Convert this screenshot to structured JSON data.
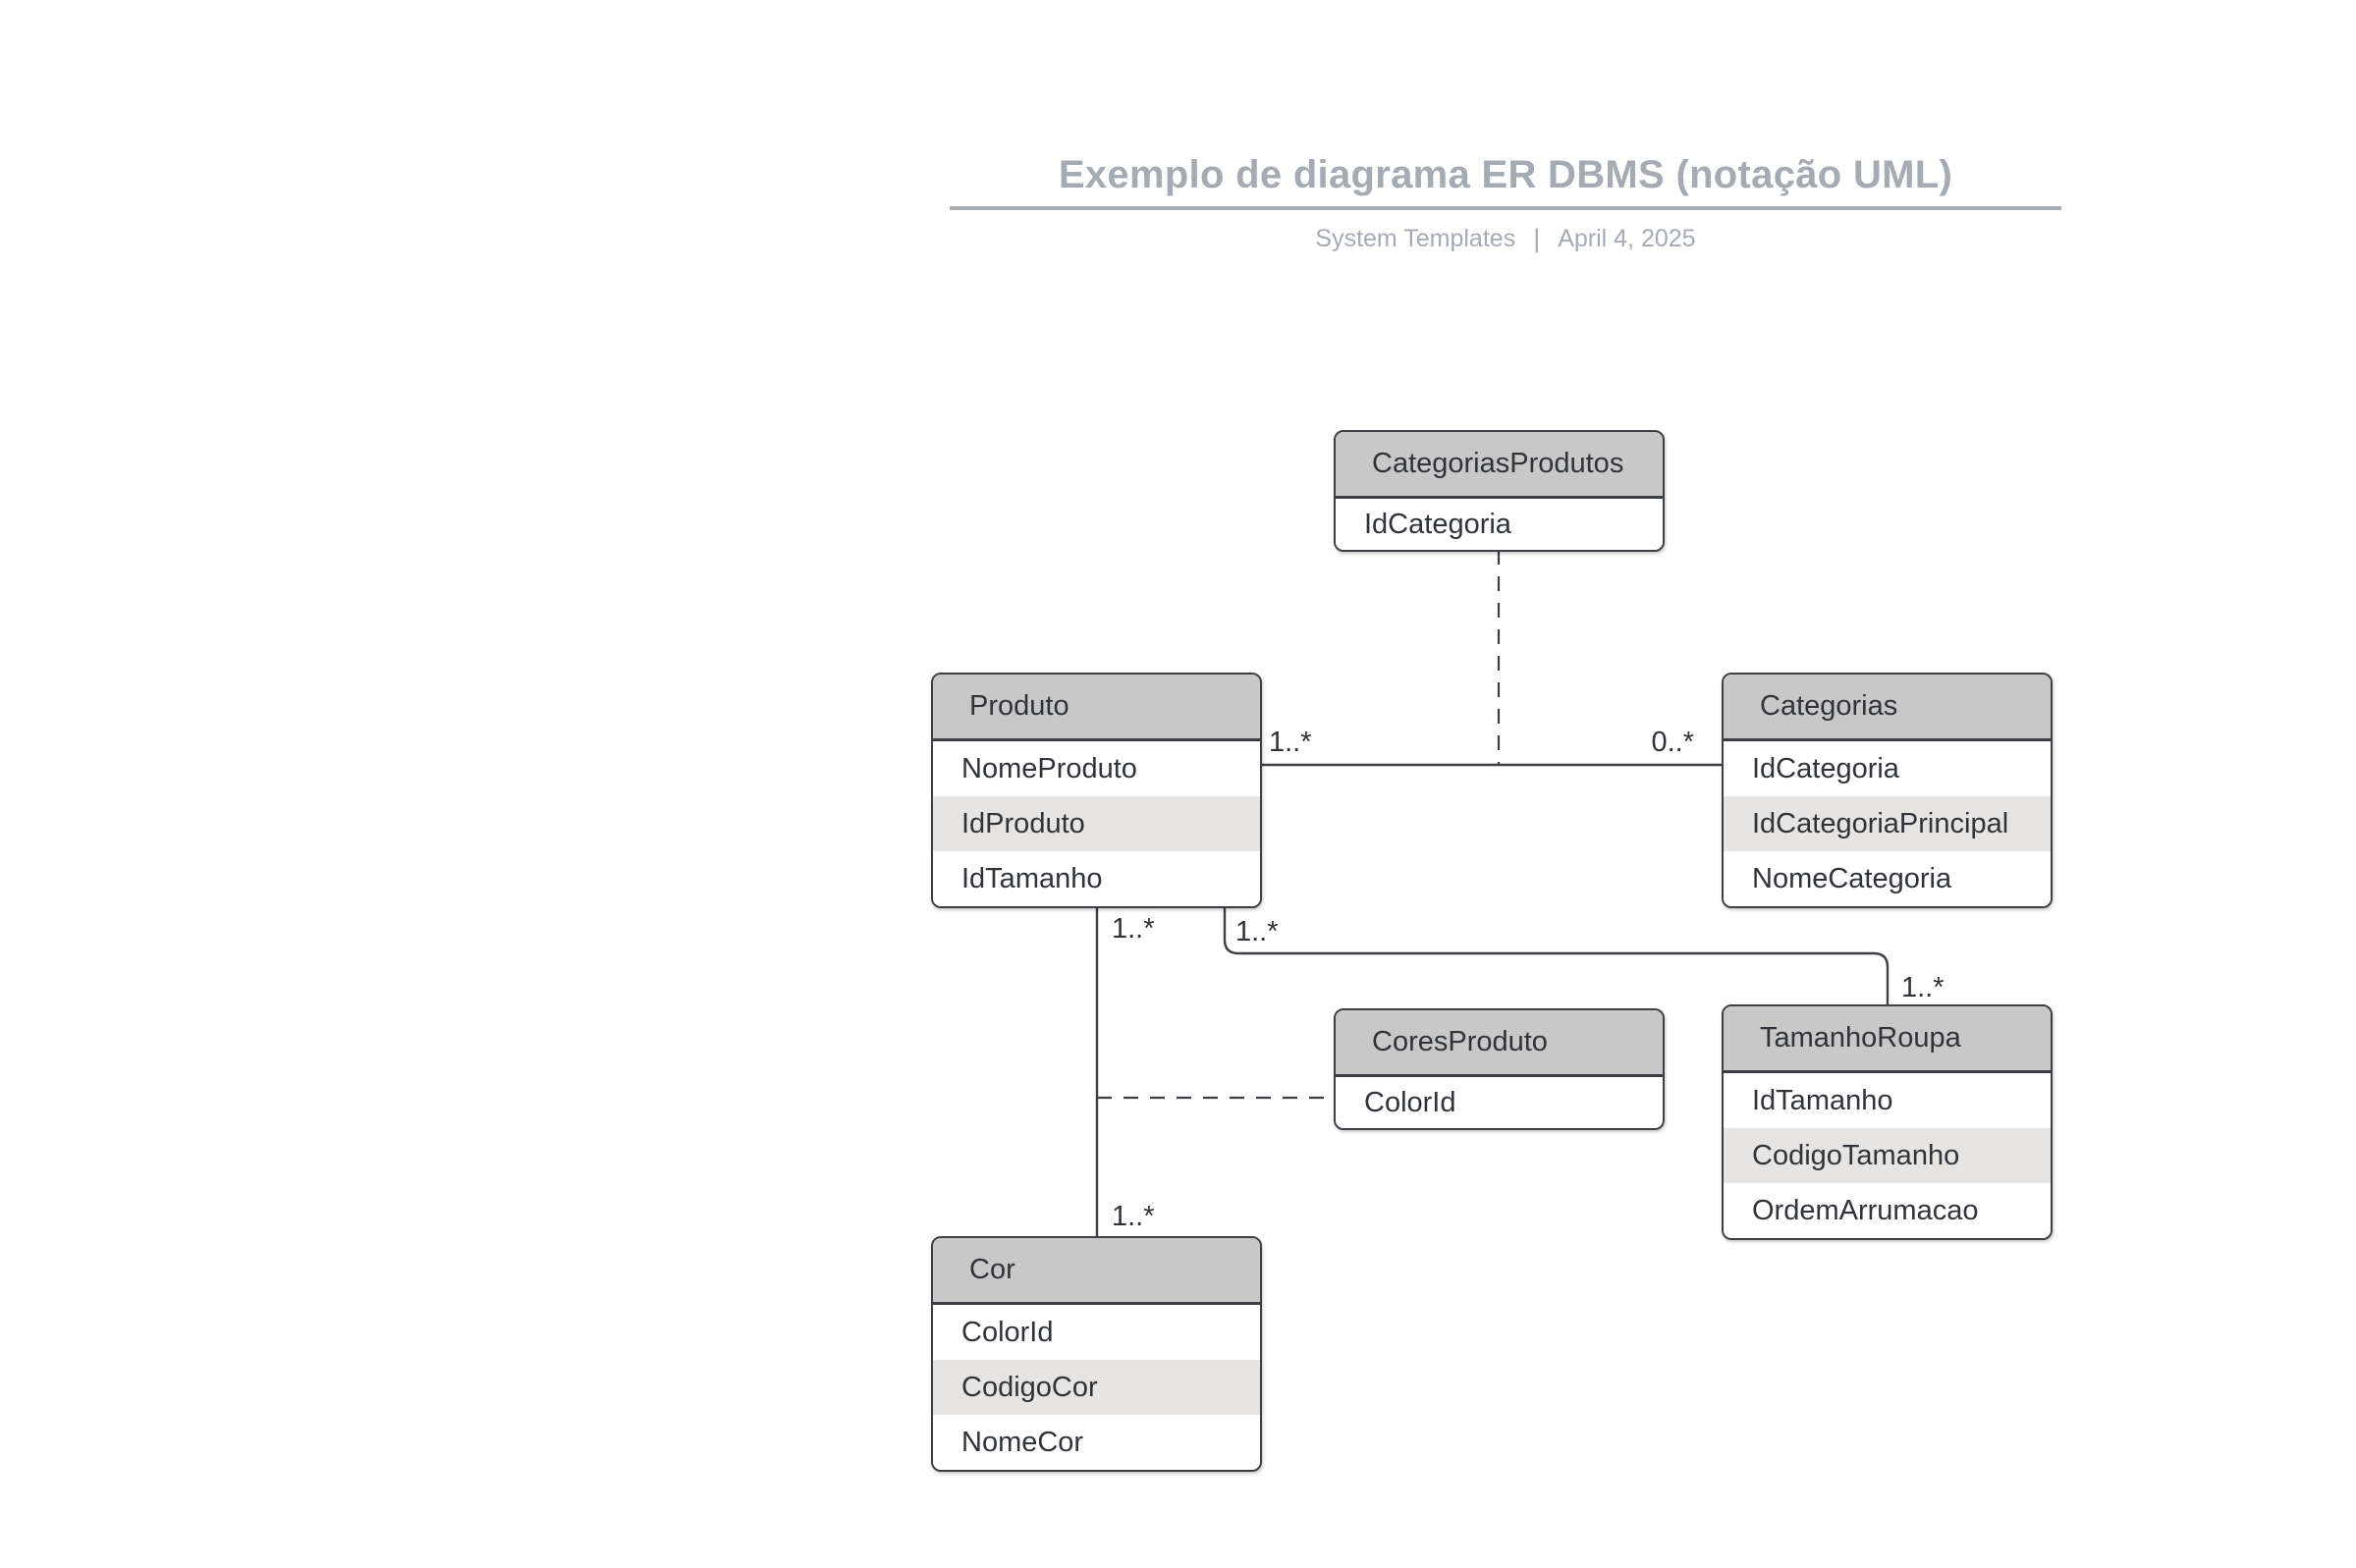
{
  "header": {
    "title": "Exemplo de diagrama ER DBMS (notação UML)",
    "source": "System Templates",
    "separator": "|",
    "date": "April 4, 2025"
  },
  "colors": {
    "background": "#ffffff",
    "entity_header_fill": "#c8c8c8",
    "entity_shaded_row_fill": "#e6e5e3",
    "entity_border": "#3c3f44",
    "entity_text": "#303338",
    "muted_title_text": "#a6abb3"
  },
  "entities": [
    {
      "name": "CategoriasProdutos",
      "fields": [
        {
          "label": "IdCategoria",
          "shaded": false
        }
      ]
    },
    {
      "name": "Produto",
      "fields": [
        {
          "label": "NomeProduto",
          "shaded": false
        },
        {
          "label": "IdProduto",
          "shaded": true
        },
        {
          "label": "IdTamanho",
          "shaded": false
        }
      ]
    },
    {
      "name": "Categorias",
      "fields": [
        {
          "label": "IdCategoria",
          "shaded": false
        },
        {
          "label": "IdCategoriaPrincipal",
          "shaded": true
        },
        {
          "label": "NomeCategoria",
          "shaded": false
        }
      ]
    },
    {
      "name": "CoresProduto",
      "fields": [
        {
          "label": "ColorId",
          "shaded": false
        }
      ]
    },
    {
      "name": "TamanhoRoupa",
      "fields": [
        {
          "label": "IdTamanho",
          "shaded": false
        },
        {
          "label": "CodigoTamanho",
          "shaded": true
        },
        {
          "label": "OrdemArrumacao",
          "shaded": false
        }
      ]
    },
    {
      "name": "Cor",
      "fields": [
        {
          "label": "ColorId",
          "shaded": false
        },
        {
          "label": "CodigoCor",
          "shaded": true
        },
        {
          "label": "NomeCor",
          "shaded": false
        }
      ]
    }
  ],
  "relationships": [
    {
      "from": "Produto",
      "from_multiplicity": "1..*",
      "to": "Categorias",
      "to_multiplicity": "0..*",
      "association_entity": "CategoriasProdutos",
      "line_style": "solid",
      "association_link_style": "dashed"
    },
    {
      "from": "Produto",
      "from_multiplicity": "1..*",
      "to": "Cor",
      "to_multiplicity": "1..*",
      "association_entity": "CoresProduto",
      "line_style": "solid",
      "association_link_style": "dashed"
    },
    {
      "from": "Produto",
      "from_multiplicity": "1..*",
      "to": "TamanhoRoupa",
      "to_multiplicity": "1..*",
      "line_style": "solid"
    }
  ]
}
